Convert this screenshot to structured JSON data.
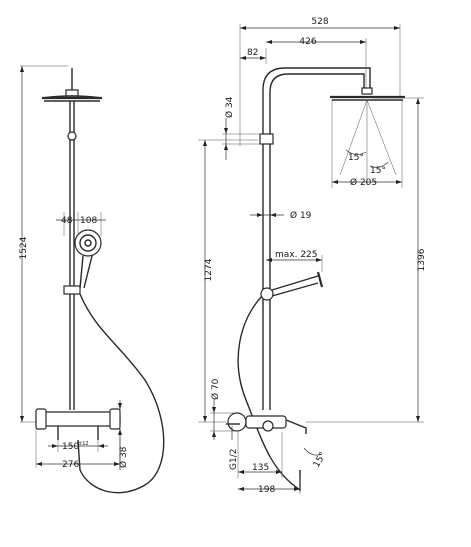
{
  "diagram": {
    "front_view": {
      "dims": {
        "total_height": "1524",
        "handshower_offset": "48",
        "handshower_width": "108",
        "mixer_spacing": "150",
        "mixer_spacing_tol": "±12",
        "mixer_width": "276",
        "inlet_diameter": "Ø 38"
      }
    },
    "side_view": {
      "dims": {
        "arm_length": "528",
        "arm_inner": "426",
        "wall_offset": "82",
        "column_diameter": "Ø 34",
        "riser_diameter": "Ø 19",
        "riser_height": "1274",
        "handshower_reach": "max. 225",
        "overall_height": "1396",
        "mixer_height": "Ø 70",
        "connection": "G1/2",
        "spout_reach": "135",
        "mixer_depth": "198",
        "head_diameter": "Ø 205",
        "tilt_angle_1": "15°",
        "tilt_angle_2": "15°",
        "spout_angle": "15°"
      }
    }
  }
}
